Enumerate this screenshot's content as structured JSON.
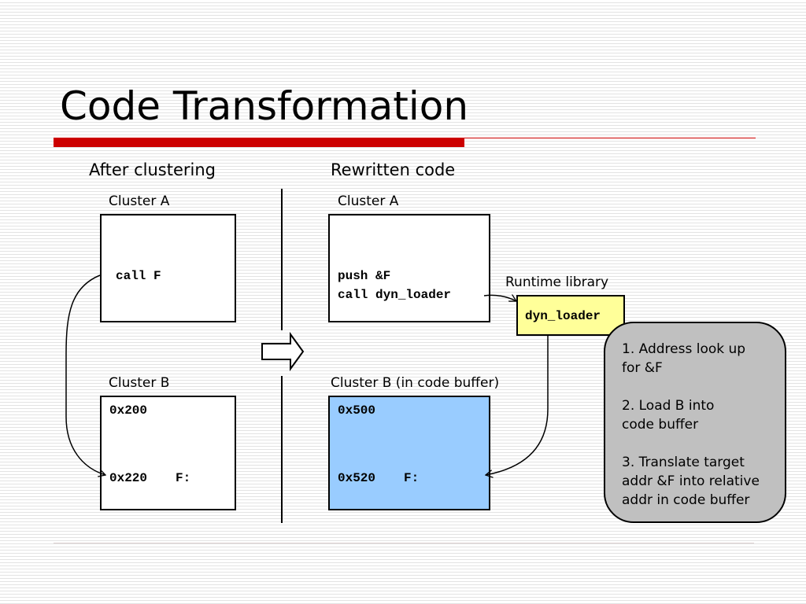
{
  "slide": {
    "title": "Code Transformation"
  },
  "left": {
    "heading": "After clustering",
    "cluster_a": {
      "label": "Cluster A",
      "code": "call F"
    },
    "cluster_b": {
      "label": "Cluster B",
      "addr_start": "0x200",
      "addr_target": "0x220",
      "target_label": "F:"
    }
  },
  "right": {
    "heading": "Rewritten code",
    "cluster_a": {
      "label": "Cluster A",
      "code_line1": "push &F",
      "code_line2": "call dyn_loader"
    },
    "cluster_b": {
      "label": "Cluster B (in code buffer)",
      "addr_start": "0x500",
      "addr_target": "0x520",
      "target_label": "F:"
    },
    "runtime": {
      "label": "Runtime library",
      "code": "dyn_loader"
    }
  },
  "note": {
    "steps": [
      "1. Address look up\nfor &F",
      "2. Load B into\ncode buffer",
      "3. Translate target\naddr &F into relative\naddr in code buffer"
    ],
    "text": "1. Address look up\nfor &F\n\n2. Load B into\ncode buffer\n\n3. Translate target\naddr &F into relative\naddr in code buffer"
  },
  "colors": {
    "accent_red": "#cc0000",
    "buffer_blue": "#99ccff",
    "runtime_yellow": "#ffff99",
    "note_gray": "#c0c0c0"
  }
}
